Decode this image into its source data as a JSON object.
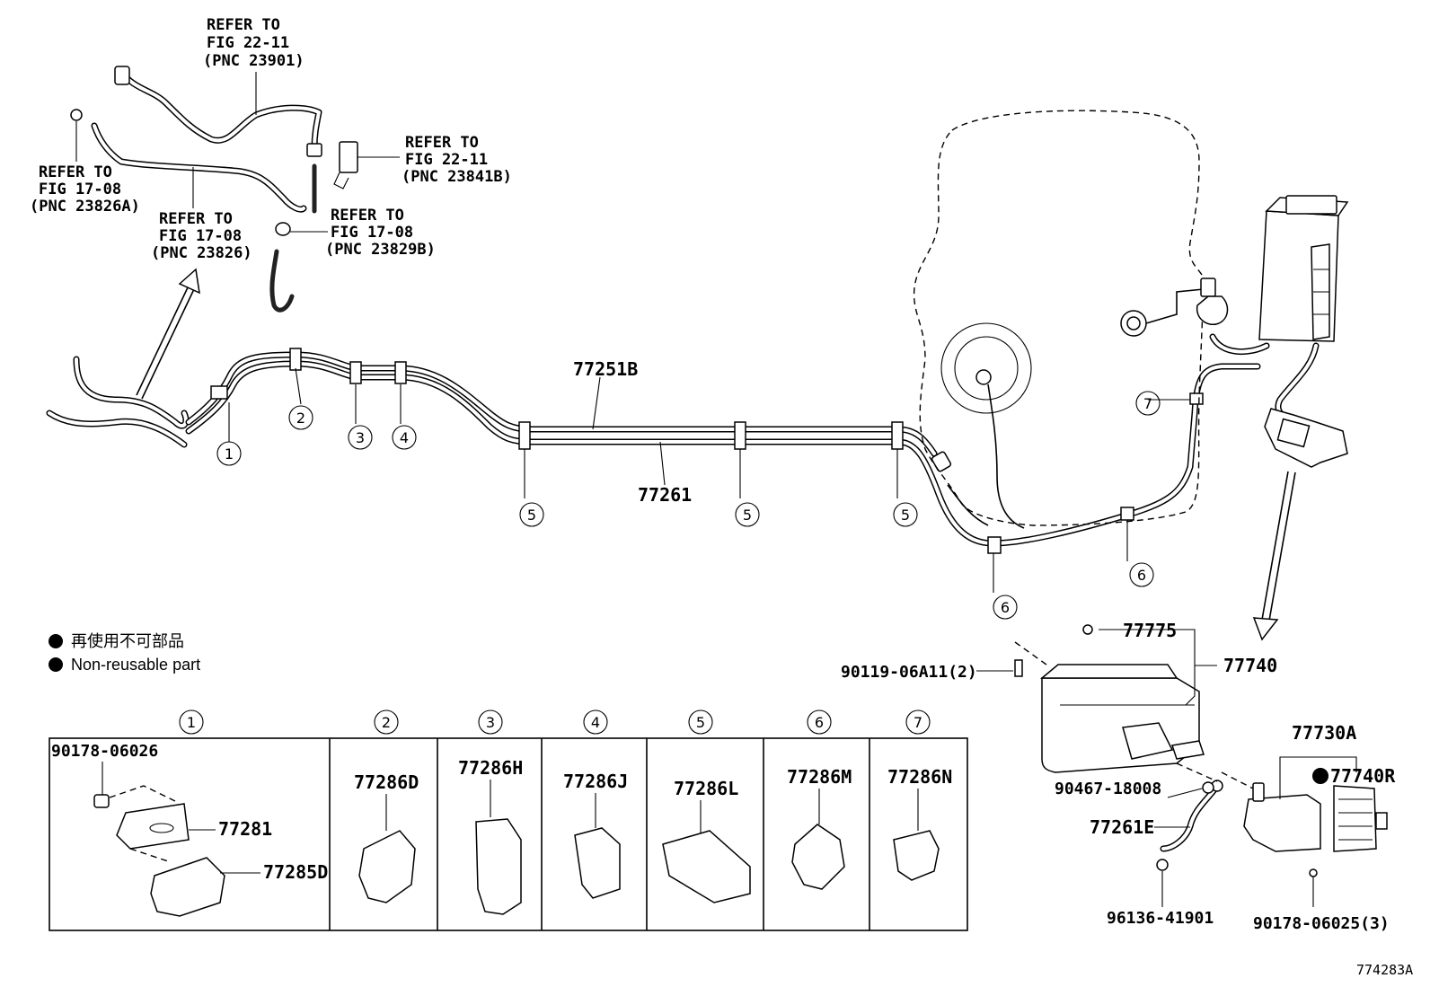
{
  "refs": {
    "r23901": {
      "l1": "REFER TO",
      "l2": "FIG 22-11",
      "l3": "(PNC 23901)"
    },
    "r23841b": {
      "l1": "REFER TO",
      "l2": "FIG 22-11",
      "l3": "(PNC 23841B)"
    },
    "r23826a": {
      "l1": "REFER TO",
      "l2": "FIG 17-08",
      "l3": "(PNC 23826A)"
    },
    "r23826": {
      "l1": "REFER TO",
      "l2": "FIG 17-08",
      "l3": "(PNC 23826)"
    },
    "r23829b": {
      "l1": "REFER TO",
      "l2": "FIG 17-08",
      "l3": "(PNC 23829B)"
    }
  },
  "parts": {
    "p77251b": "77251B",
    "p77261": "77261",
    "p77775": "77775",
    "p77740": "77740",
    "p90119": "90119-06A11(2)",
    "p77730a": "77730A",
    "p77740r": "77740R",
    "p90467": "90467-18008",
    "p77261e": "77261E",
    "p96136": "96136-41901",
    "p90178_3": "90178-06025(3)",
    "p90178_06026": "90178-06026",
    "p77281": "77281",
    "p77285d": "77285D",
    "p77286d": "77286D",
    "p77286h": "77286H",
    "p77286j": "77286J",
    "p77286l": "77286L",
    "p77286m": "77286M",
    "p77286n": "77286N"
  },
  "callouts": {
    "c1": "1",
    "c2": "2",
    "c3": "3",
    "c4": "4",
    "c5": "5",
    "c6": "6",
    "c7": "7"
  },
  "legend": {
    "jp": "再使用不可部品",
    "en": "Non-reusable part"
  },
  "figure_id": "774283A"
}
